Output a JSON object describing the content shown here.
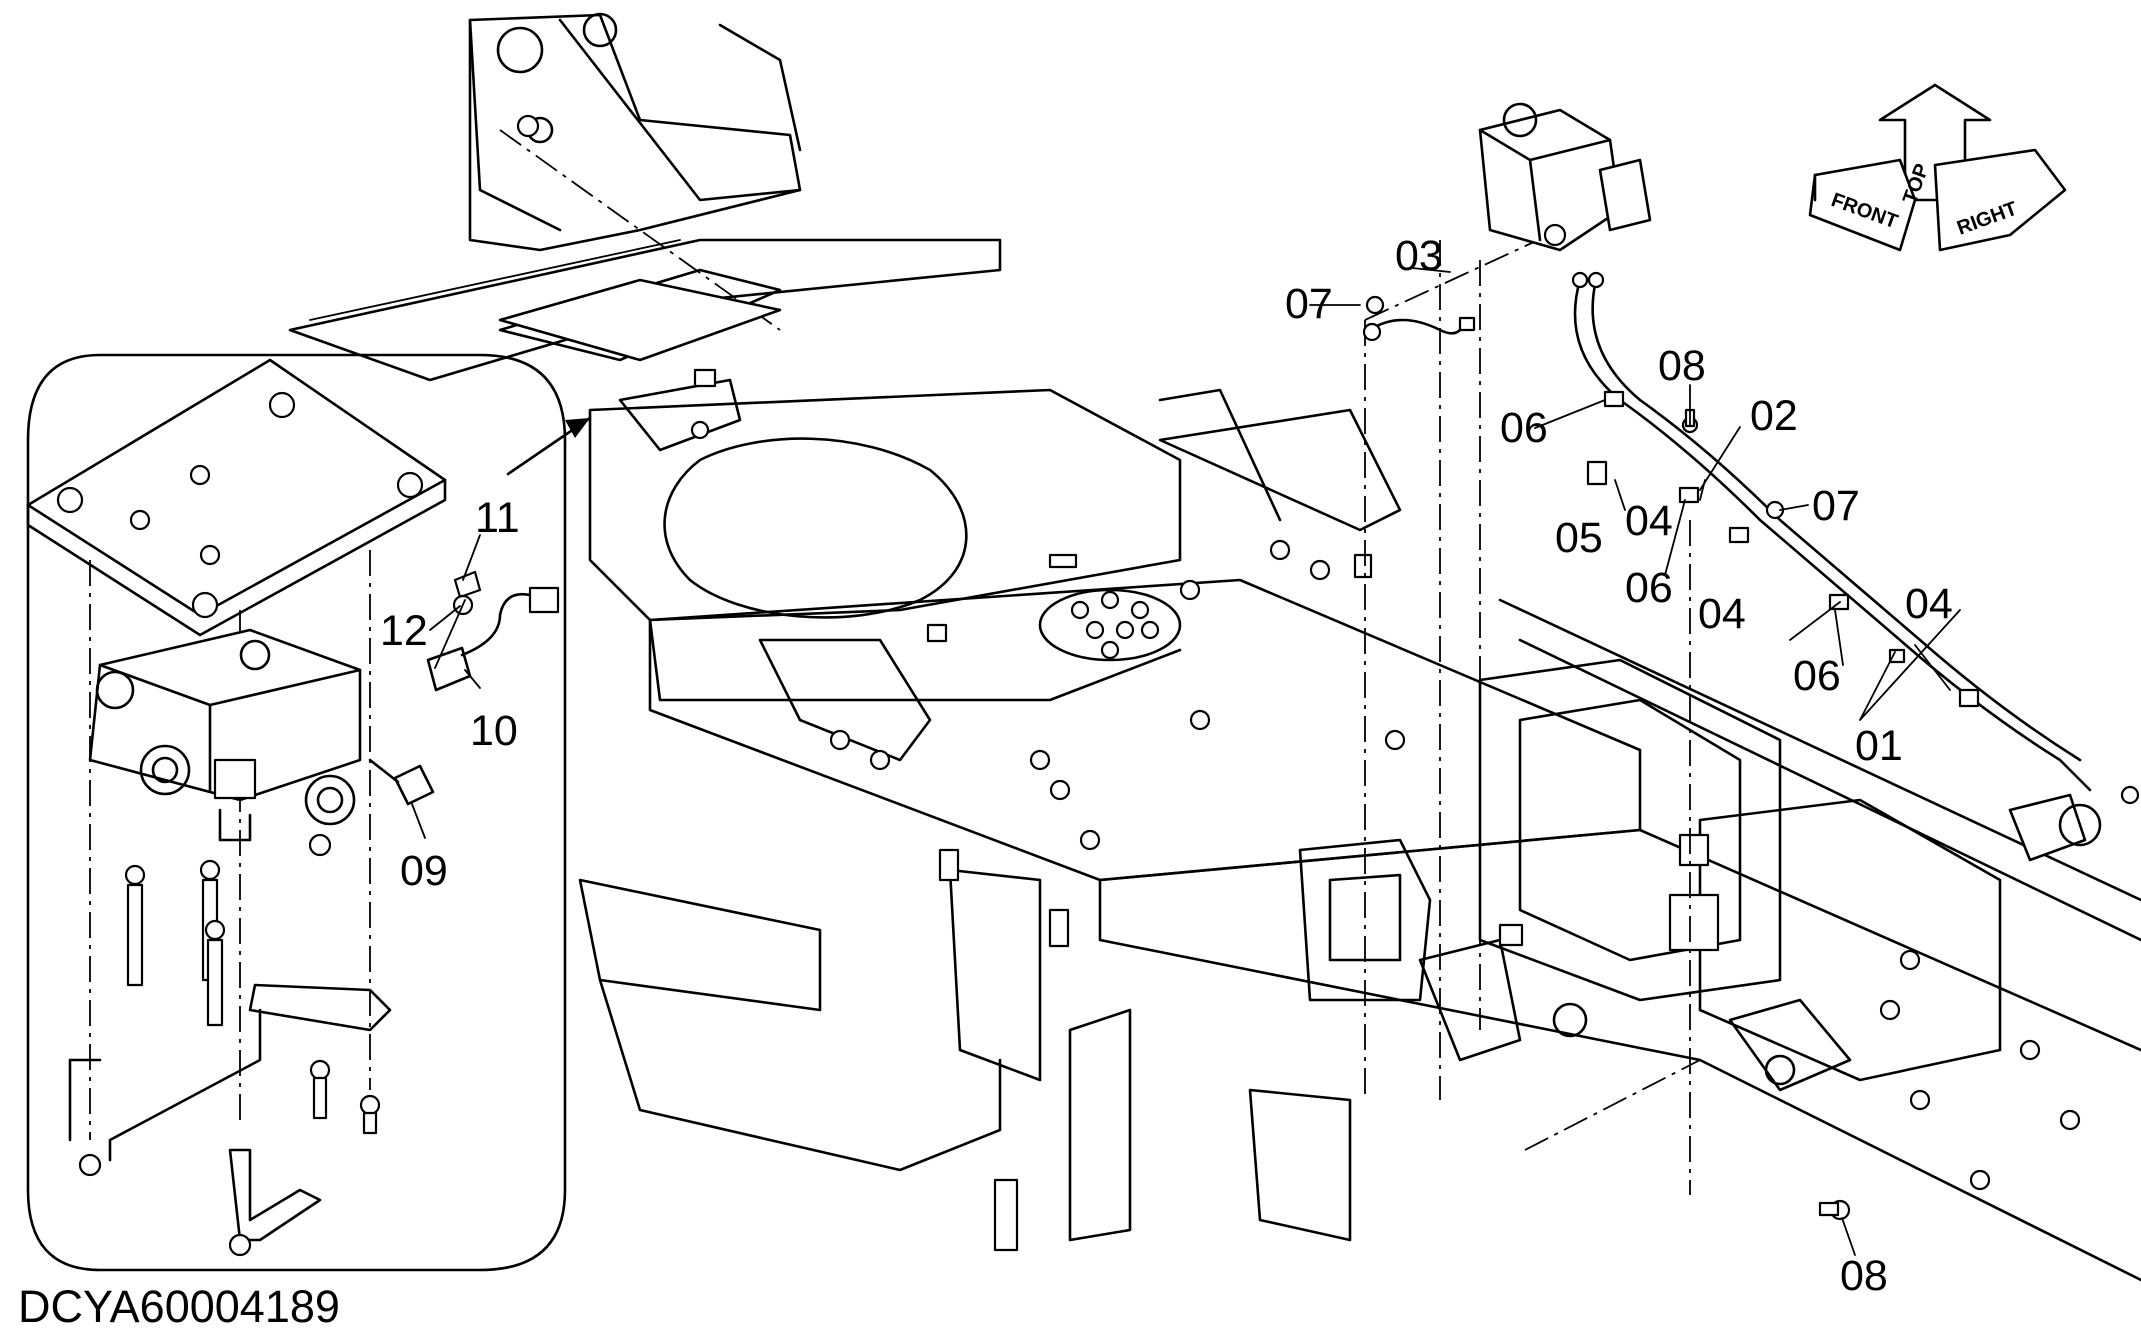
{
  "drawing_code": "DCYA60004189",
  "callouts": {
    "c01": "01",
    "c02": "02",
    "c03": "03",
    "c04a": "04",
    "c04b": "04",
    "c04c": "04",
    "c05": "05",
    "c06a": "06",
    "c06b": "06",
    "c06c": "06",
    "c07a": "07",
    "c07b": "07",
    "c08a": "08",
    "c08b": "08",
    "c09": "09",
    "c10": "10",
    "c11": "11",
    "c12": "12"
  },
  "orientation": {
    "top": "TOP",
    "front": "FRONT",
    "right": "RIGHT"
  }
}
